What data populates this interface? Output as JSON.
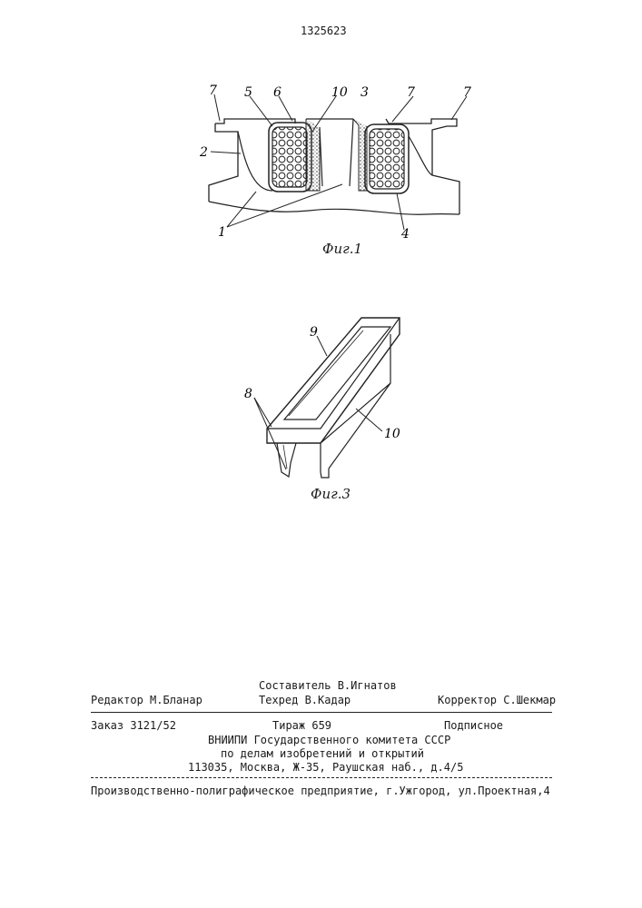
{
  "header": {
    "patent_number": "1325623"
  },
  "fig1": {
    "caption": "Фиг.1",
    "labels": {
      "l1": "1",
      "l2": "2",
      "l3": "3",
      "l4": "4",
      "l5": "5",
      "l6": "6",
      "l7a": "7",
      "l7b": "7",
      "l7c": "7",
      "l10": "10"
    }
  },
  "fig3": {
    "caption": "Фиг.3",
    "labels": {
      "l8": "8",
      "l9": "9",
      "l10": "10"
    }
  },
  "imprint": {
    "composer": "Составитель В.Игнатов",
    "editor": "Редактор М.Бланар",
    "techred": "Техред В.Кадар",
    "corrector": "Корректор С.Шекмар",
    "order": "Заказ 3121/52",
    "circulation": "Тираж 659",
    "subscription": "Подписное",
    "org1": "ВНИИПИ Государственного комитета СССР",
    "org2": "по делам изобретений и открытий",
    "address": "113035, Москва, Ж-35, Раушская наб., д.4/5",
    "printer": "Производственно-полиграфическое предприятие, г.Ужгород, ул.Проектная,4"
  }
}
